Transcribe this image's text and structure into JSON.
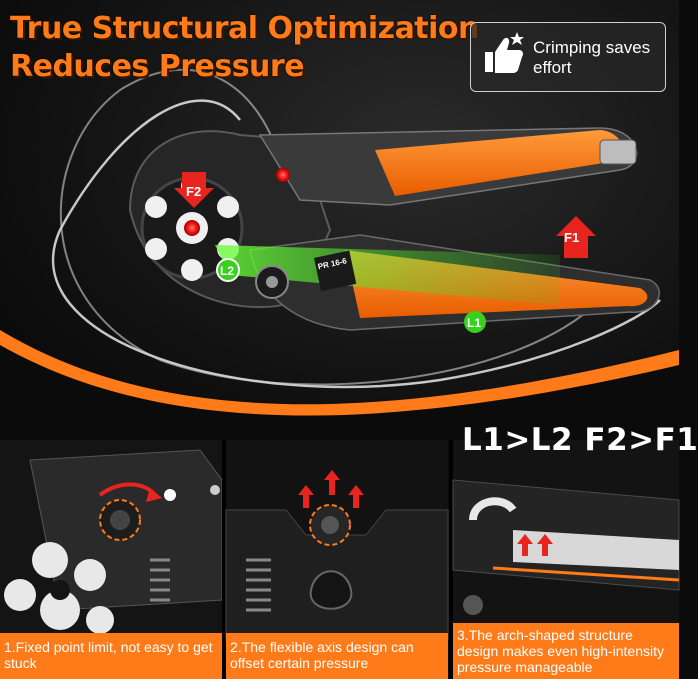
{
  "title": {
    "line1": "True Structural Optimization",
    "line2": "Reduces Pressure"
  },
  "badge": {
    "icon": "thumbs-up-star-icon",
    "text": "Crimping saves effort"
  },
  "labels": {
    "f1": "F1",
    "f2": "F2",
    "l1": "L1",
    "l2": "L2",
    "model": "PR 16-6"
  },
  "formula": "L1>L2 F2>F1",
  "panels": [
    {
      "caption": "1.Fixed point limit, not easy to get stuck"
    },
    {
      "caption": "2.The flexible axis design can offset certain pressure"
    },
    {
      "caption": "3.The arch-shaped structure design makes even high-intensity pressure manageable"
    }
  ],
  "colors": {
    "accent": "#ff7a18",
    "green": "#39d01f",
    "red": "#e8241f"
  }
}
